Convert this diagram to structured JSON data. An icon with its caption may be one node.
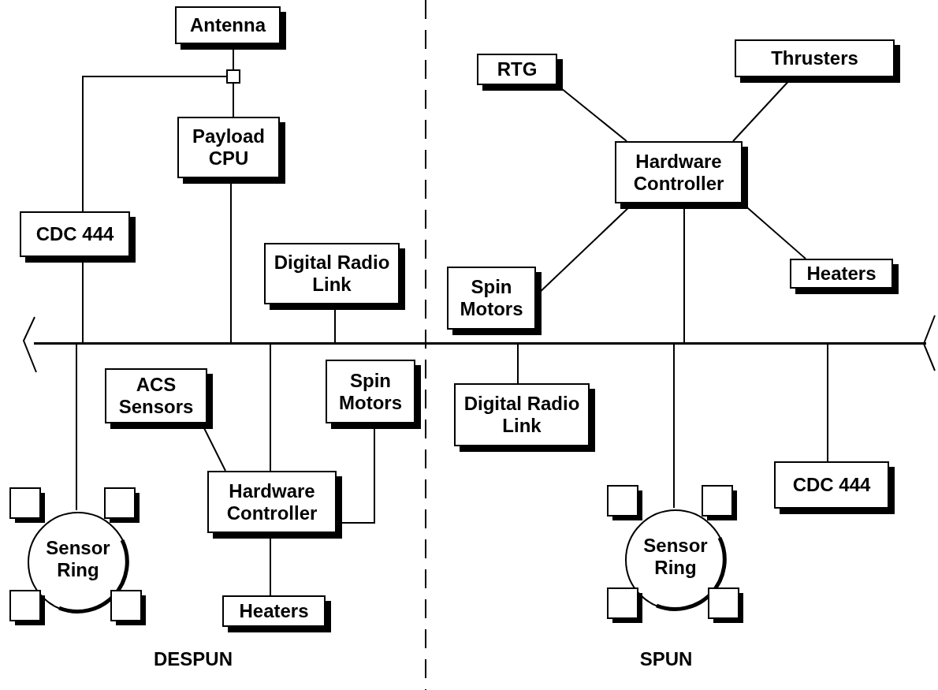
{
  "diagram": {
    "nodes": [
      {
        "text": [
          "Antenna"
        ]
      },
      {
        "text": [],
        "shape": "box"
      },
      {
        "text": [
          "Payload CPU"
        ]
      },
      {
        "text": [
          "CDC 444"
        ]
      },
      {
        "text": [
          "Digital Radio Link"
        ]
      },
      {
        "text": [
          "RTG"
        ]
      },
      {
        "text": [
          "Thrusters"
        ]
      },
      {
        "text": [
          "Hardware Controller"
        ]
      },
      {
        "text": [
          "Spin Motors"
        ]
      },
      {
        "text": [
          "Heaters"
        ]
      },
      {
        "text": [],
        "shape": "bar"
      },
      {
        "text": [
          "ACS Sensors"
        ]
      },
      {
        "text": [
          "Spin Motors"
        ]
      },
      {
        "text": [
          "Hardware Controller"
        ]
      },
      {
        "text": [
          "Sensor Ring"
        ]
      },
      {
        "text": [
          "Heaters"
        ]
      },
      {
        "text": [
          "Digital Radio Link"
        ]
      },
      {
        "text": [
          "Sensor Ring"
        ]
      },
      {
        "text": [
          "CDC 444"
        ]
      }
    ],
    "edges": [
      {
        "from": 0,
        "to": 1,
        "arrow": "none"
      },
      {
        "from": 1,
        "to": 2,
        "arrow": "none"
      },
      {
        "from": 1,
        "to": 3,
        "arrow": "none"
      },
      {
        "from": 3,
        "to": 10,
        "arrow": "none"
      },
      {
        "from": 2,
        "to": 10,
        "arrow": "none"
      },
      {
        "from": 4,
        "to": 10,
        "arrow": "none"
      },
      {
        "from": 5,
        "to": 7,
        "arrow": "none"
      },
      {
        "from": 6,
        "to": 7,
        "arrow": "none"
      },
      {
        "from": 8,
        "to": 7,
        "arrow": "none"
      },
      {
        "from": 9,
        "to": 7,
        "arrow": "none"
      },
      {
        "from": 7,
        "to": 10,
        "arrow": "none"
      },
      {
        "from": 10,
        "to": 14,
        "arrow": "none"
      },
      {
        "from": 10,
        "to": 13,
        "arrow": "none"
      },
      {
        "from": 11,
        "to": 13,
        "arrow": "none"
      },
      {
        "from": 12,
        "to": 13,
        "arrow": "none"
      },
      {
        "from": 13,
        "to": 15,
        "arrow": "none"
      },
      {
        "from": 10,
        "to": 16,
        "arrow": "none"
      },
      {
        "from": 10,
        "to": 17,
        "arrow": "none"
      },
      {
        "from": 10,
        "to": 18,
        "arrow": "none"
      }
    ],
    "labels": [
      "DESPUN",
      "SPUN"
    ]
  }
}
